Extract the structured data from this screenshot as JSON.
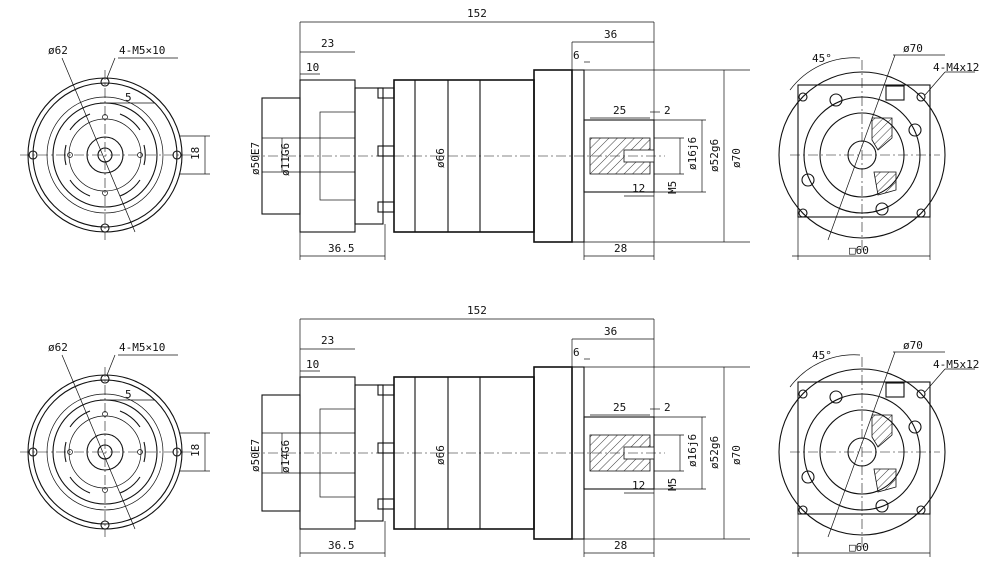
{
  "top": {
    "face_left": {
      "dia_pcd": "ø62",
      "bolt_spec": "4-M5×10",
      "dim_5": "5",
      "dim_18": "18"
    },
    "side": {
      "overall": "152",
      "d23": "23",
      "d10": "10",
      "d36": "36",
      "d6": "6",
      "d25": "25",
      "d2": "2",
      "d12": "12",
      "m5": "M5",
      "d36_5": "36.5",
      "d28": "28",
      "pilot": "ø50E7",
      "input_bore": "ø11G6",
      "body": "ø66",
      "shaft": "ø16j6",
      "spigot": "ø52g6",
      "flange": "ø70"
    },
    "face_right": {
      "angle": "45°",
      "pcd": "ø70",
      "bolt_spec": "4-M4x12",
      "square": "□60"
    }
  },
  "bottom": {
    "face_left": {
      "dia_pcd": "ø62",
      "bolt_spec": "4-M5×10",
      "dim_5": "5",
      "dim_18": "18"
    },
    "side": {
      "overall": "152",
      "d23": "23",
      "d10": "10",
      "d36": "36",
      "d6": "6",
      "d25": "25",
      "d2": "2",
      "d12": "12",
      "m5": "M5",
      "d36_5": "36.5",
      "d28": "28",
      "pilot": "ø50E7",
      "input_bore": "ø14G6",
      "body": "ø66",
      "shaft": "ø16j6",
      "spigot": "ø52g6",
      "flange": "ø70"
    },
    "face_right": {
      "angle": "45°",
      "pcd": "ø70",
      "bolt_spec": "4-M5x12",
      "square": "□60"
    }
  }
}
